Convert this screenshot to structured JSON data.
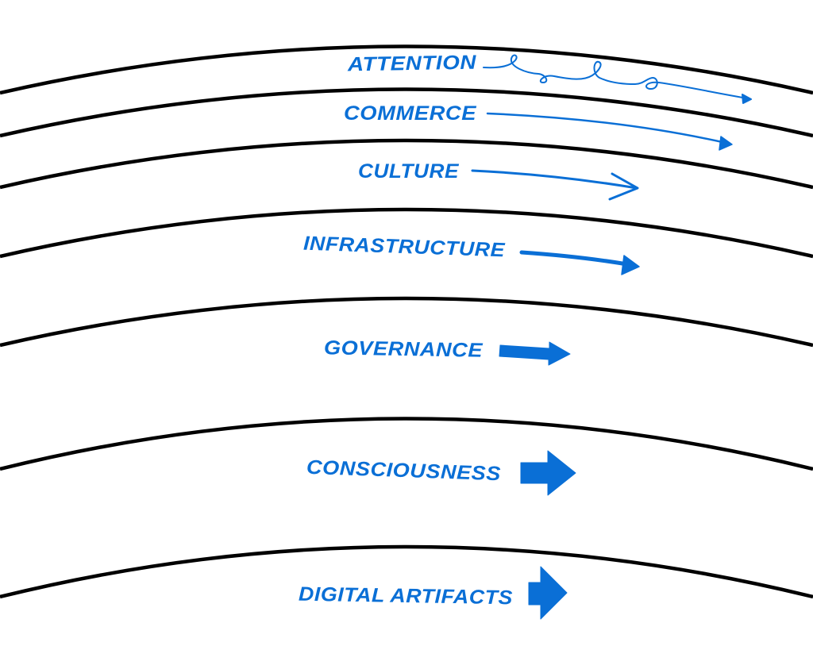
{
  "colors": {
    "background": "#ffffff",
    "boundary": "#000000",
    "accent": "#0a6fd6"
  },
  "layers": [
    {
      "label": "ATTENTION",
      "arrow_style": "loopy-thin"
    },
    {
      "label": "COMMERCE",
      "arrow_style": "thin"
    },
    {
      "label": "CULTURE",
      "arrow_style": "open-chevron"
    },
    {
      "label": "INFRASTRUCTURE",
      "arrow_style": "medium"
    },
    {
      "label": "GOVERNANCE",
      "arrow_style": "thick"
    },
    {
      "label": "CONSCIOUSNESS",
      "arrow_style": "heavy"
    },
    {
      "label": "DIGITAL ARTIFACTS",
      "arrow_style": "heavy"
    }
  ]
}
